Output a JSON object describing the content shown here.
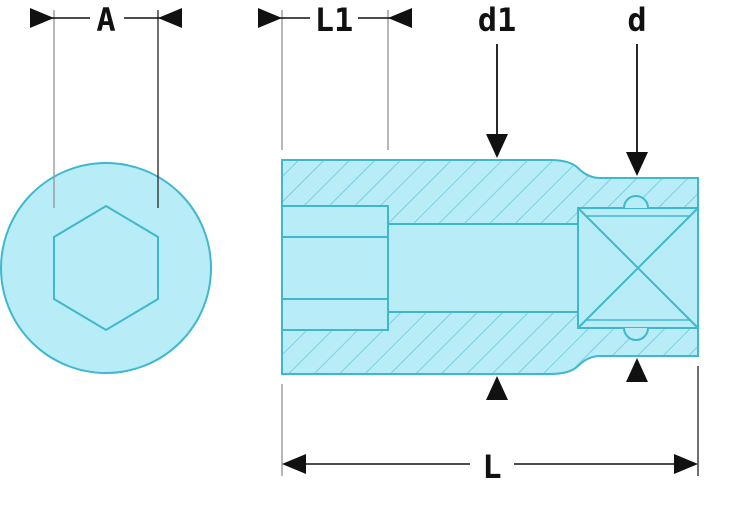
{
  "diagram": {
    "labels": {
      "across_flats": "A",
      "depth": "L1",
      "bore_diameter": "d1",
      "drive_diameter": "d",
      "overall_length": "L"
    },
    "colors": {
      "body_fill": "#b8ecf7",
      "outline": "#3fb8cf",
      "hatch": "#6cc9dc",
      "dimension": "#111111",
      "extension_line": "#9a9a9a"
    }
  }
}
